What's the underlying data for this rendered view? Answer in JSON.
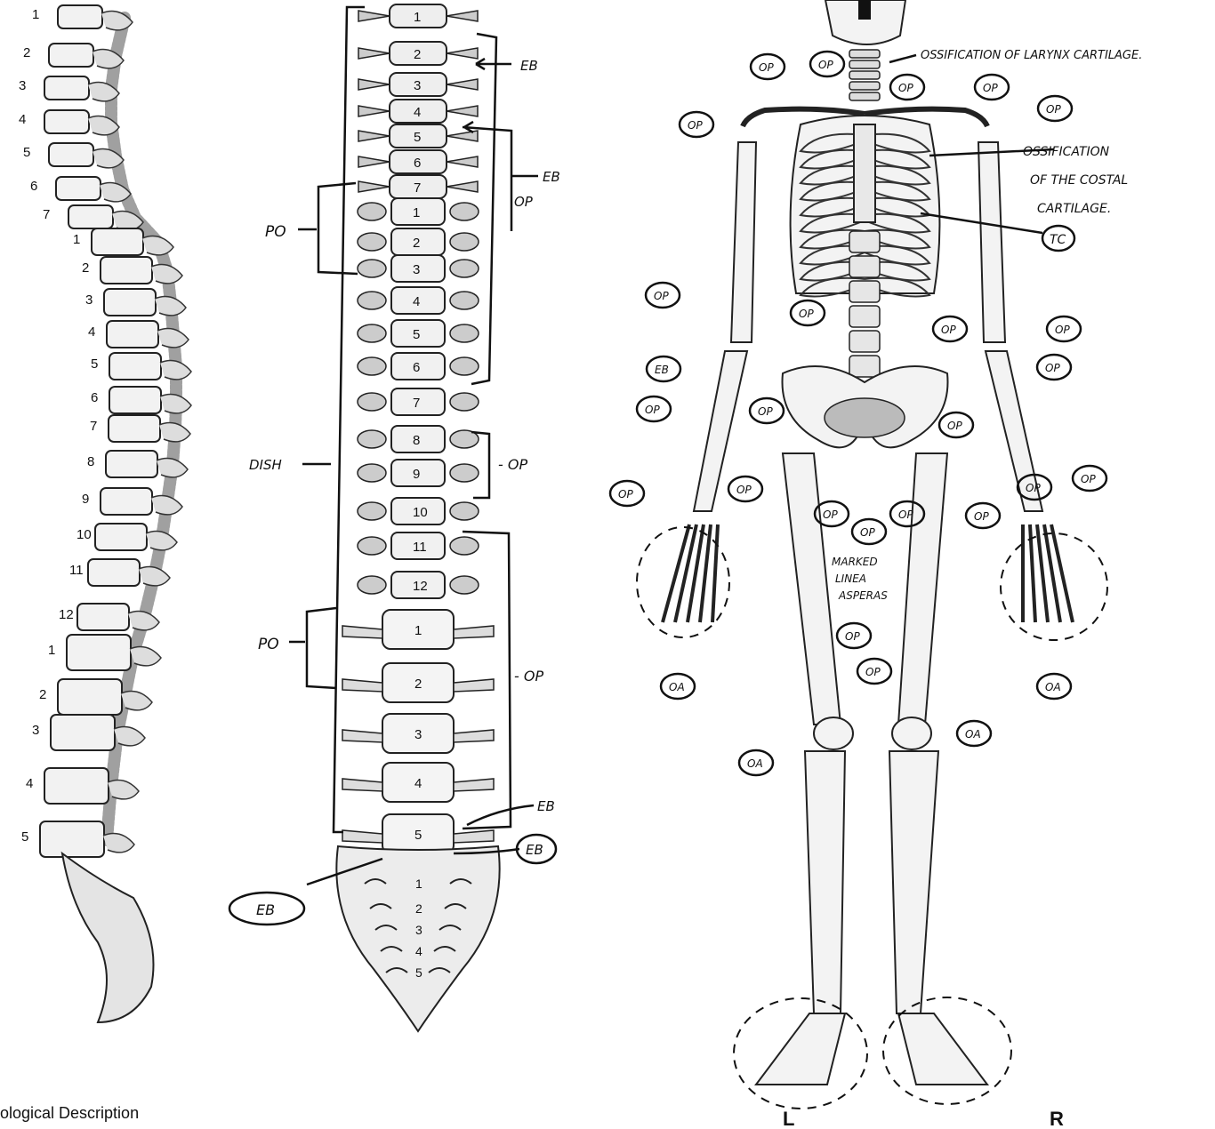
{
  "lateral_spine": {
    "cervical": [
      "1",
      "2",
      "3",
      "4",
      "5",
      "6",
      "7"
    ],
    "thoracic": [
      "1",
      "2",
      "3",
      "4",
      "5",
      "6",
      "7",
      "8",
      "9",
      "10",
      "11",
      "12"
    ],
    "lumbar": [
      "1",
      "2",
      "3",
      "4",
      "5"
    ]
  },
  "posterior_spine": {
    "cervical": [
      "1",
      "2",
      "3",
      "4",
      "5",
      "6",
      "7"
    ],
    "thoracic": [
      "1",
      "2",
      "3",
      "4",
      "5",
      "6",
      "7",
      "8",
      "9",
      "10",
      "11",
      "12"
    ],
    "lumbar": [
      "1",
      "2",
      "3",
      "4",
      "5"
    ],
    "sacral": [
      "1",
      "2",
      "3",
      "4",
      "5"
    ]
  },
  "spine_annotations": {
    "eb_top": "EB",
    "eb_mid": "EB",
    "op_mid": "OP",
    "po_upper": "PO",
    "dish": "DISH",
    "op_thoracic": "OP",
    "po_lower": "PO",
    "op_lumbar": "OP",
    "eb_lumbar": "EB",
    "eb_circle_right": "EB",
    "eb_circle_left": "EB"
  },
  "skeleton_annotations": {
    "larynx": "OSSIFICATION OF LARYNX CARTILAGE.",
    "costal": [
      "OSSIFICATION",
      "OF THE COSTAL",
      "CARTILAGE."
    ],
    "tc": "TC",
    "linea": [
      "MARKED",
      "LINEA",
      "ASPERAS"
    ],
    "circle_labels": [
      "OP",
      "OP",
      "OP",
      "OP",
      "OP",
      "OP",
      "OP",
      "EB",
      "OP",
      "OP",
      "OP",
      "OP",
      "OP",
      "OP",
      "OP",
      "OP",
      "OP",
      "OP",
      "OP",
      "OP",
      "OP",
      "OP",
      "OP",
      "OP",
      "OP",
      "OA",
      "OA",
      "OA",
      "OA"
    ],
    "left_marker": "L",
    "right_marker": "R"
  },
  "footer": {
    "text": "ological Description"
  }
}
